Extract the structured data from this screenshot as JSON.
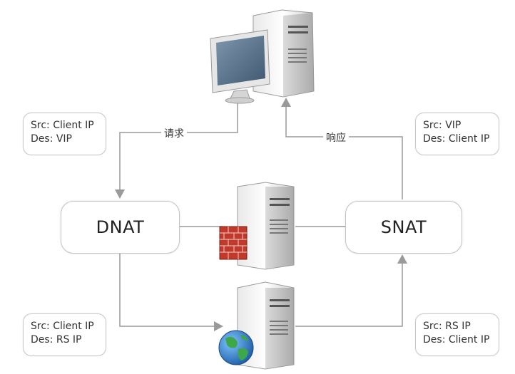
{
  "nodes": {
    "dnat": {
      "label": "DNAT"
    },
    "snat": {
      "label": "SNAT"
    }
  },
  "notes": {
    "request_in": {
      "line1": "Src: Client IP",
      "line2": "Des: VIP"
    },
    "response_out": {
      "line1": "Src: VIP",
      "line2": "Des: Client IP"
    },
    "request_forward": {
      "line1": "Src: Client IP",
      "line2": "Des: RS IP"
    },
    "response_back": {
      "line1": "Src: RS IP",
      "line2": "Des: Client IP"
    }
  },
  "edges": {
    "request_label": "请求",
    "response_label": "响应"
  },
  "icons": {
    "client": "desktop-computer-icon",
    "director": "firewall-server-icon",
    "real_server": "web-server-icon"
  },
  "colors": {
    "line": "#9a9a9a",
    "box_border": "#c4c4c4",
    "text": "#333333"
  }
}
